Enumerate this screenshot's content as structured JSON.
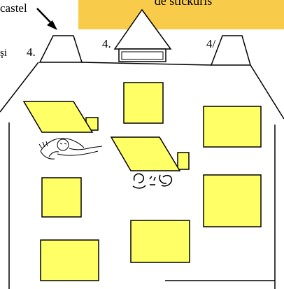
{
  "labels": {
    "castle_word": "castel",
    "left_word": "şi",
    "tower_left_number": "4.",
    "tower_center_number": "4.",
    "tower_right_number": "4/"
  },
  "banner": {
    "text": "de stickuris",
    "color": "#f8cc4a"
  },
  "colors": {
    "sticker_fill": "#ffff66",
    "outline": "#000000"
  }
}
